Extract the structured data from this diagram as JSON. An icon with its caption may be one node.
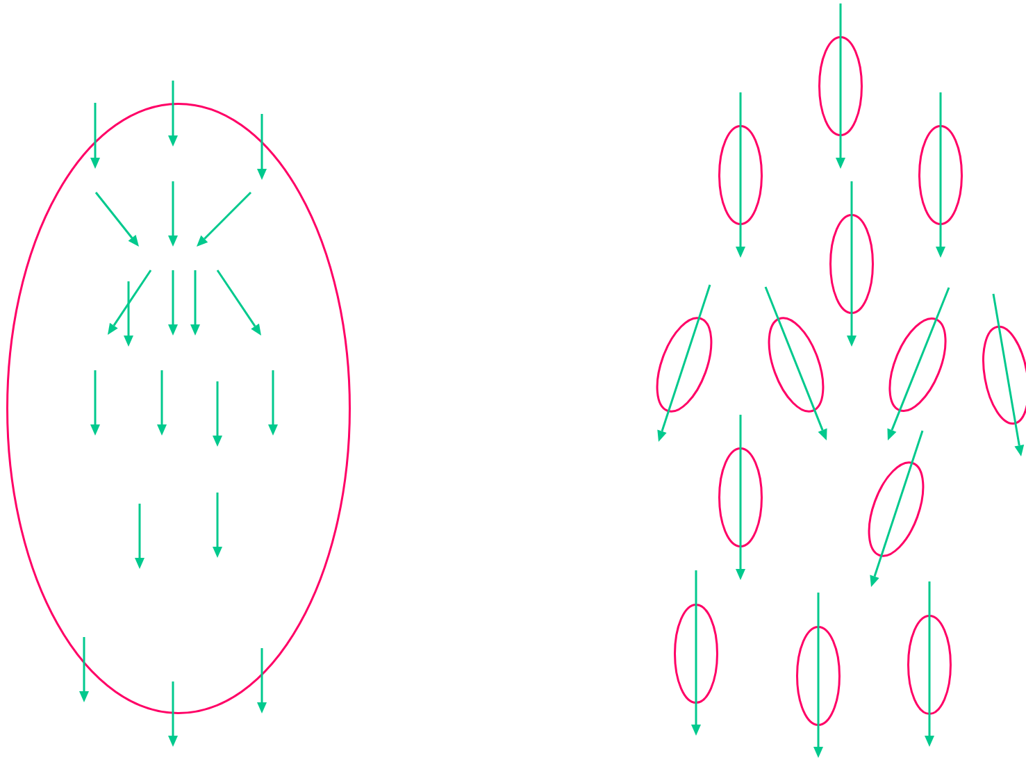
{
  "diagram": {
    "nodes": [
      {
        "text": [],
        "shape": "ellipse"
      },
      {
        "text": [],
        "shape": "ellipse"
      },
      {
        "text": [],
        "shape": "ellipse"
      },
      {
        "text": [],
        "shape": "ellipse"
      },
      {
        "text": [],
        "shape": "ellipse"
      },
      {
        "text": [],
        "shape": "ellipse"
      },
      {
        "text": [],
        "shape": "ellipse"
      },
      {
        "text": [],
        "shape": "ellipse"
      },
      {
        "text": [],
        "shape": "ellipse"
      },
      {
        "text": [],
        "shape": "ellipse"
      },
      {
        "text": [],
        "shape": "ellipse"
      },
      {
        "text": [],
        "shape": "ellipse"
      },
      {
        "text": [],
        "shape": "ellipse"
      },
      {
        "text": [],
        "shape": "ellipse"
      }
    ]
  }
}
